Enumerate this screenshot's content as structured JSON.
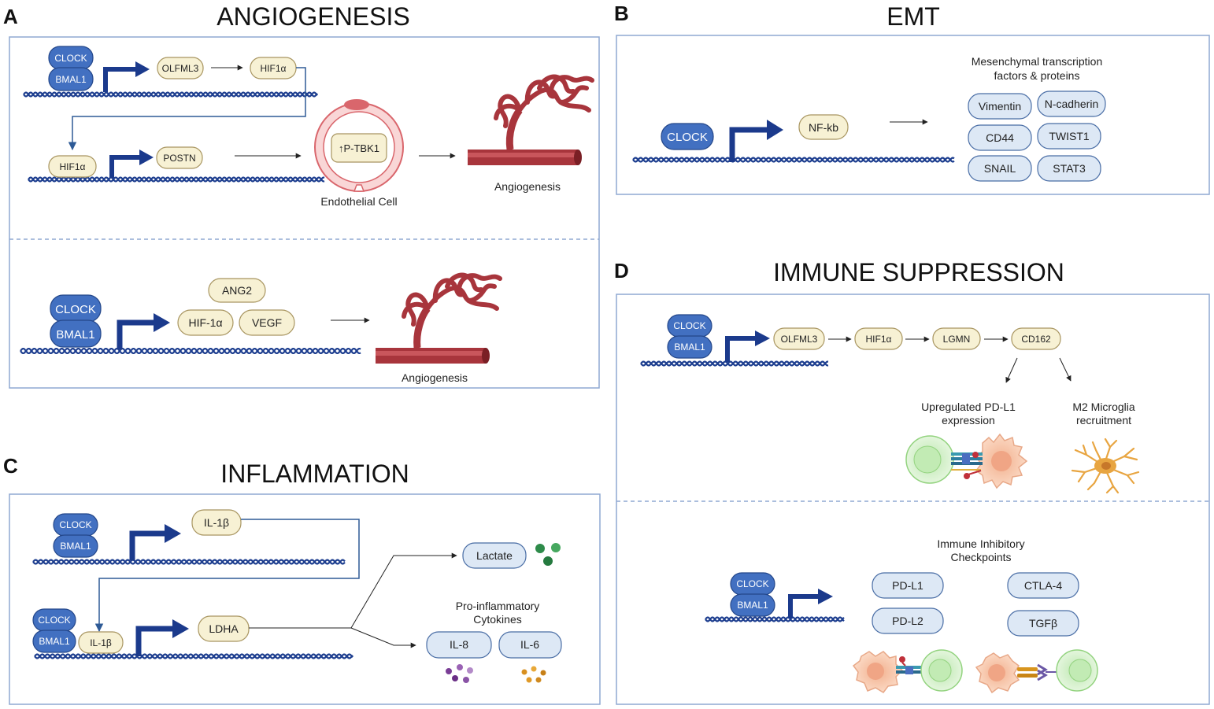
{
  "panels": {
    "a": {
      "letter": "A",
      "title": "ANGIOGENESIS",
      "clock": "CLOCK",
      "bmal1": "BMAL1",
      "olfml3": "OLFML3",
      "hif1a": "HIF1α",
      "hif1a_2": "HIF1α",
      "postn": "POSTN",
      "ptbk1": "↑P-TBK1",
      "endothelial_cell": "Endothelial Cell",
      "angiogenesis_1": "Angiogenesis",
      "clock_2": "CLOCK",
      "bmal1_2": "BMAL1",
      "ang2": "ANG2",
      "hif1a_3": "HIF-1α",
      "vegf": "VEGF",
      "angiogenesis_2": "Angiogenesis"
    },
    "b": {
      "letter": "B",
      "title": "EMT",
      "clock": "CLOCK",
      "nfkb": "NF-kb",
      "mesenchymal_line1": "Mesenchymal transcription",
      "mesenchymal_line2": "factors & proteins",
      "markers": [
        "Vimentin",
        "N-cadherin",
        "CD44",
        "TWIST1",
        "SNAIL",
        "STAT3"
      ]
    },
    "c": {
      "letter": "C",
      "title": "INFLAMMATION",
      "clock": "CLOCK",
      "bmal1": "BMAL1",
      "il1b": "IL-1β",
      "clock_2": "CLOCK",
      "bmal1_2": "BMAL1",
      "il1b_2": "IL-1β",
      "ldha": "LDHA",
      "lactate": "Lactate",
      "cytokines_line1": "Pro-inflammatory",
      "cytokines_line2": "Cytokines",
      "il8": "IL-8",
      "il6": "IL-6"
    },
    "d": {
      "letter": "D",
      "title": "IMMUNE SUPPRESSION",
      "clock": "CLOCK",
      "bmal1": "BMAL1",
      "olfml3": "OLFML3",
      "hif1a": "HIF1α",
      "lgmn": "LGMN",
      "cd162": "CD162",
      "pdl1_line1": "Upregulated PD-L1",
      "pdl1_line2": "expression",
      "m2_line1": "M2 Microglia",
      "m2_line2": "recruitment",
      "checkpoints_line1": "Immune Inhibitory",
      "checkpoints_line2": "Checkpoints",
      "clock_2": "CLOCK",
      "bmal1_2": "BMAL1",
      "checkpoints": [
        "PD-L1",
        "CTLA-4",
        "PD-L2",
        "TGFβ"
      ]
    }
  },
  "colors": {
    "panel_border": "#8fa8d2",
    "dna_strand": "#1d3e8f",
    "arrow_blue": "#1b3a8c",
    "clock_fill": "#4270c1",
    "pill_yellow": "#f7f1d4",
    "pill_yellow_border": "#a89560",
    "pill_blue": "#dde8f5",
    "pill_blue_border": "#496da5",
    "vessel_red": "#a8353c",
    "green_cell": "#cfeec5",
    "tumor_cell": "#f6c6a8",
    "microglia": "#e8a541"
  }
}
